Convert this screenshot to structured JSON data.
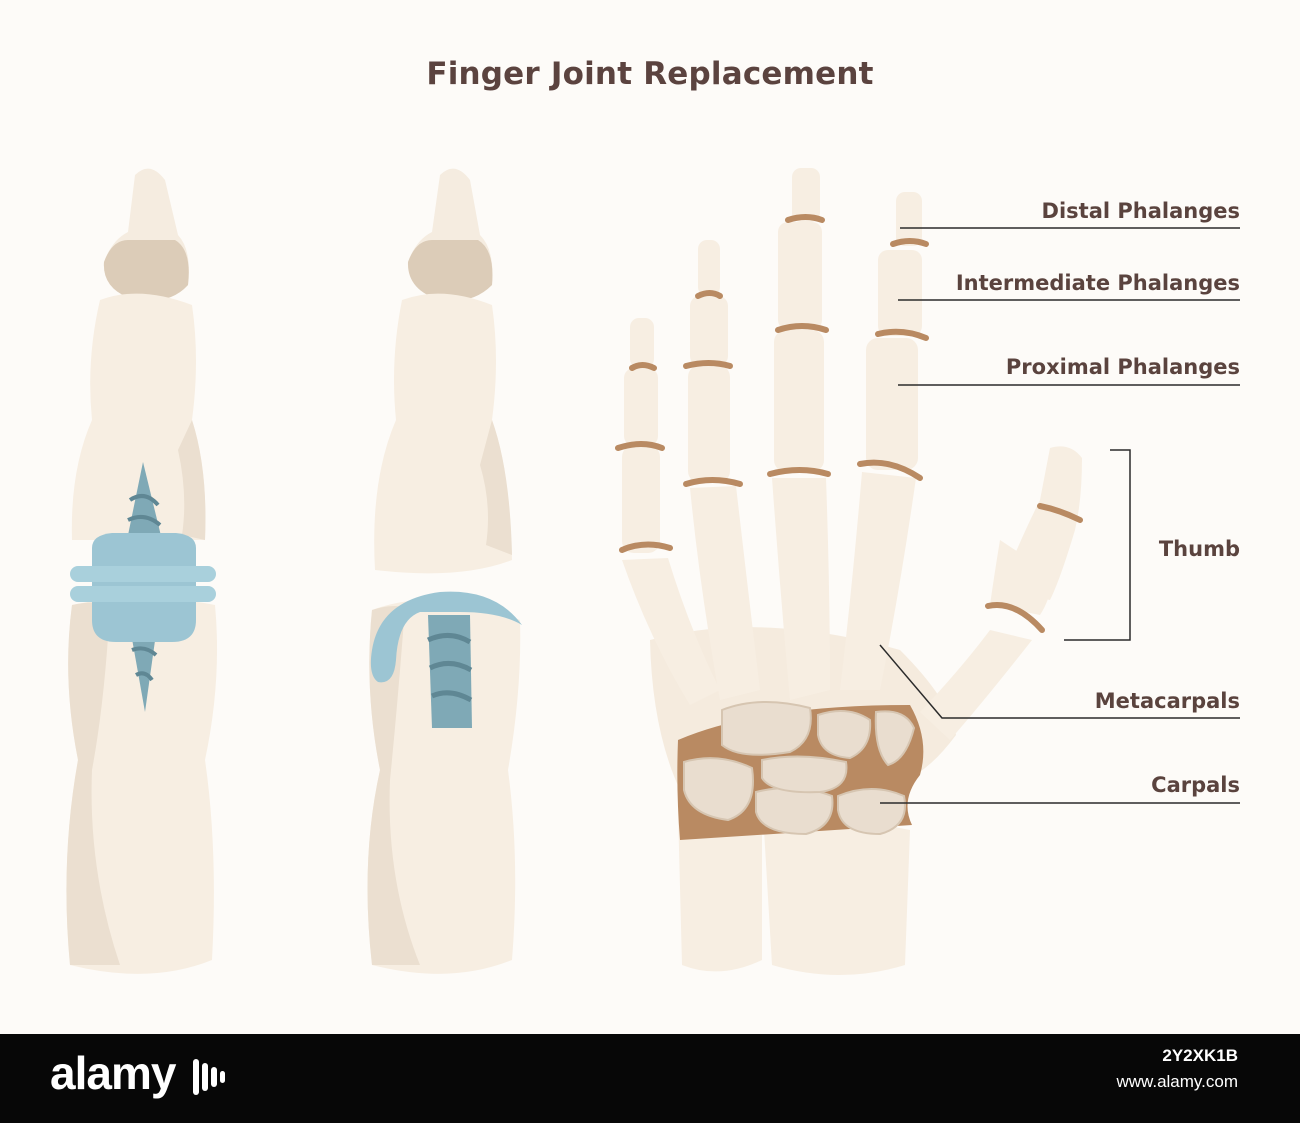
{
  "title": "Finger Joint Replacement",
  "labels": {
    "distal": "Distal Phalanges",
    "intermediate": "Intermediate Phalanges",
    "proximal": "Proximal Phalanges",
    "thumb": "Thumb",
    "metacarpals": "Metacarpals",
    "carpals": "Carpals"
  },
  "footer": {
    "logo": "alamy",
    "image_id": "2Y2XK1B",
    "url": "www.alamy.com"
  },
  "colors": {
    "bone": "#f7eee2",
    "bone_shadow": "#e9ddcf",
    "joint_tan": "#d9c8b3",
    "joint_brown": "#b98a62",
    "implant": "#9cc5d3",
    "implant_dark": "#6f9aa8",
    "text": "#5a433e"
  }
}
